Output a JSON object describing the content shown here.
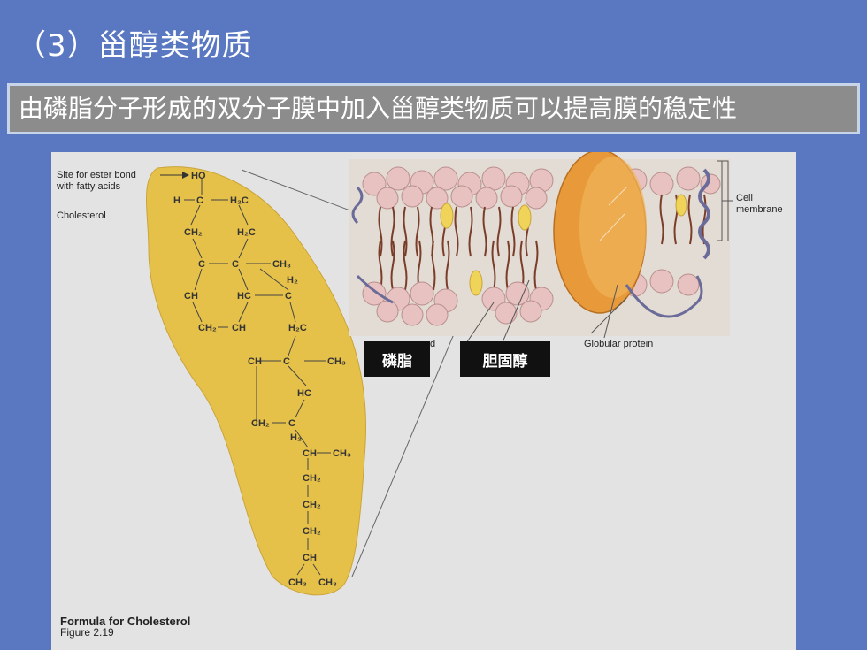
{
  "slide": {
    "title": "（3）甾醇类物质",
    "subtitle": "由磷脂分子形成的双分子膜中加入甾醇类物质可以提高膜的稳定性"
  },
  "figure": {
    "site_label_line1": "Site for ester bond",
    "site_label_line2": "with fatty acids",
    "cholesterol_label": "Cholesterol",
    "cell_membrane_line1": "Cell",
    "cell_membrane_line2": "membrane",
    "globular_protein": "Globular protein",
    "partial_label": "d",
    "caption_title": "Formula for Cholesterol",
    "caption_figure": "Figure 2.19",
    "formula": {
      "ho": "HO",
      "h": "H",
      "c1": "C",
      "h2c_top": "H₂C",
      "ch2_a": "CH₂",
      "h2c_b": "H₂C",
      "c2": "C",
      "c3": "C",
      "ch3_a": "CH₃",
      "h2_a": "H₂",
      "ch_a": "CH",
      "hc_a": "HC",
      "c4": "C",
      "ch2_b": "CH₂",
      "ch_b": "CH",
      "h2c_c": "H₂C",
      "ch_c": "CH",
      "c5": "C",
      "ch3_b": "CH₃",
      "hc_b": "HC",
      "ch2_c": "CH₂",
      "c6": "C",
      "h2_b": "H₂",
      "ch_d": "CH",
      "ch3_c": "CH₃",
      "ch2_d": "CH₂",
      "ch2_e": "CH₂",
      "ch2_f": "CH₂",
      "ch_e": "CH",
      "ch3_d": "CH₃",
      "ch3_e": "CH₃"
    }
  },
  "labels": {
    "phospholipid": "磷脂",
    "cholesterol_cn": "胆固醇"
  },
  "colors": {
    "background": "#5a78c2",
    "subtitle_box": "#8c8c8c",
    "cholesterol_shape": "#e6c14a",
    "protein": "#e89a3a",
    "head_groups": "#e7c2c0"
  }
}
